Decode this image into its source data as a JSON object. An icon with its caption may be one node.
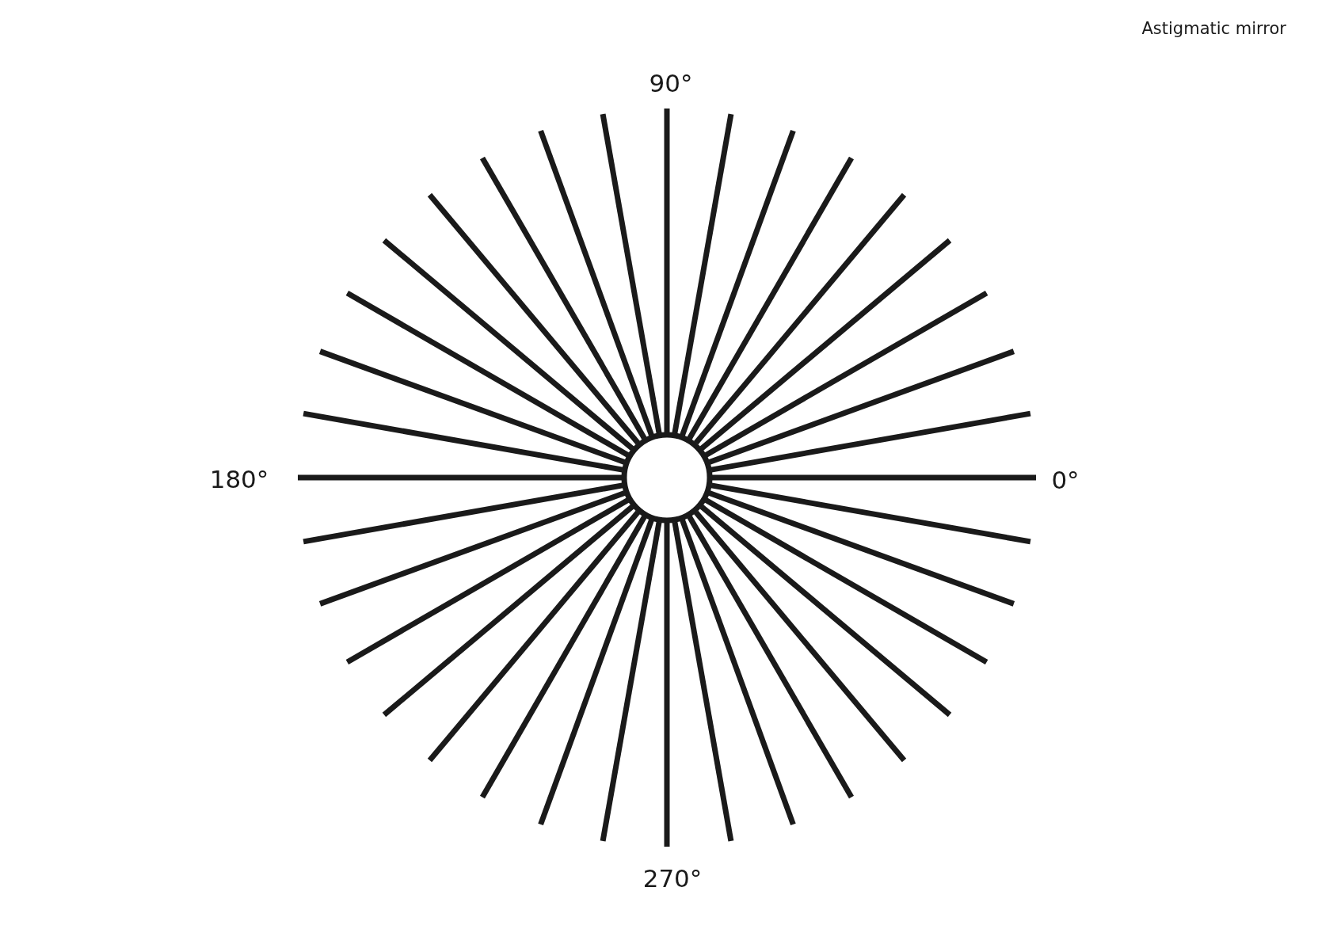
{
  "diagram": {
    "title": "Astigmatic mirror",
    "labels": [
      "90°",
      "180°",
      "0°",
      "270°"
    ]
  }
}
